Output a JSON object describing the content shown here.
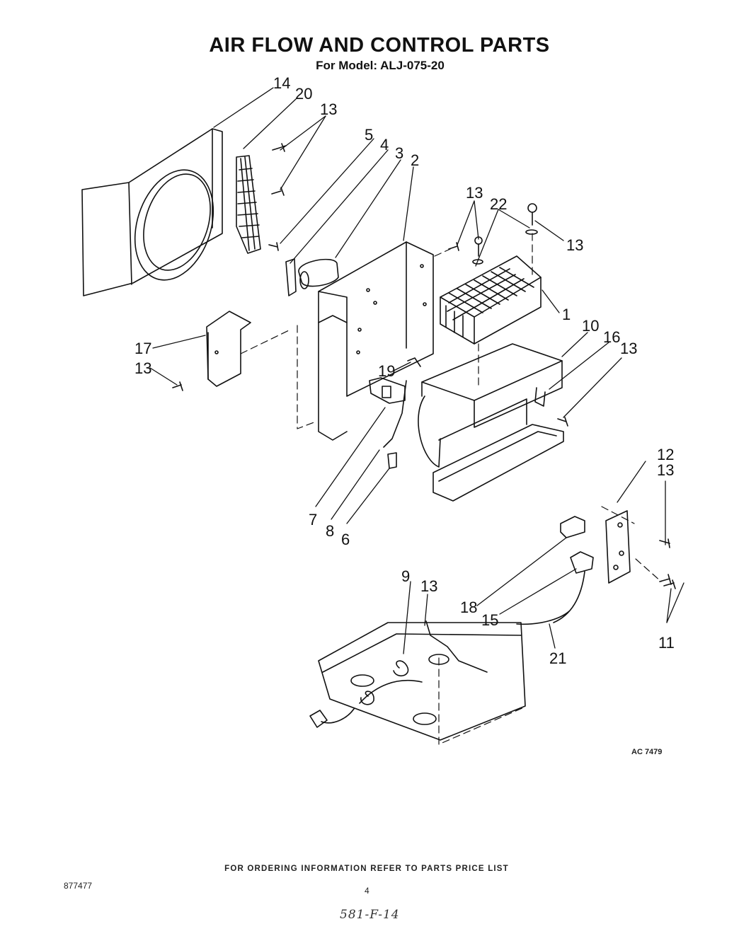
{
  "header": {
    "title": "AIR FLOW AND CONTROL PARTS",
    "subtitle": "For Model: ALJ-075-20"
  },
  "diagram": {
    "code": "AC 7479",
    "callouts": {
      "c14": "14",
      "c20": "20",
      "c13a": "13",
      "c5": "5",
      "c4": "4",
      "c3": "3",
      "c2": "2",
      "c13b": "13",
      "c22": "22",
      "c13c": "13",
      "c1": "1",
      "c10": "10",
      "c16": "16",
      "c13d": "13",
      "c17": "17",
      "c13e": "13",
      "c19": "19",
      "c7": "7",
      "c8": "8",
      "c6": "6",
      "c12": "12",
      "c13f": "13",
      "c9": "9",
      "c13g": "13",
      "c18": "18",
      "c15": "15",
      "c21": "21",
      "c11": "11"
    }
  },
  "footer": {
    "ordering": "FOR ORDERING INFORMATION REFER TO PARTS PRICE LIST",
    "doc_number": "877477",
    "page_number": "4",
    "handwritten": "581-F-14"
  }
}
